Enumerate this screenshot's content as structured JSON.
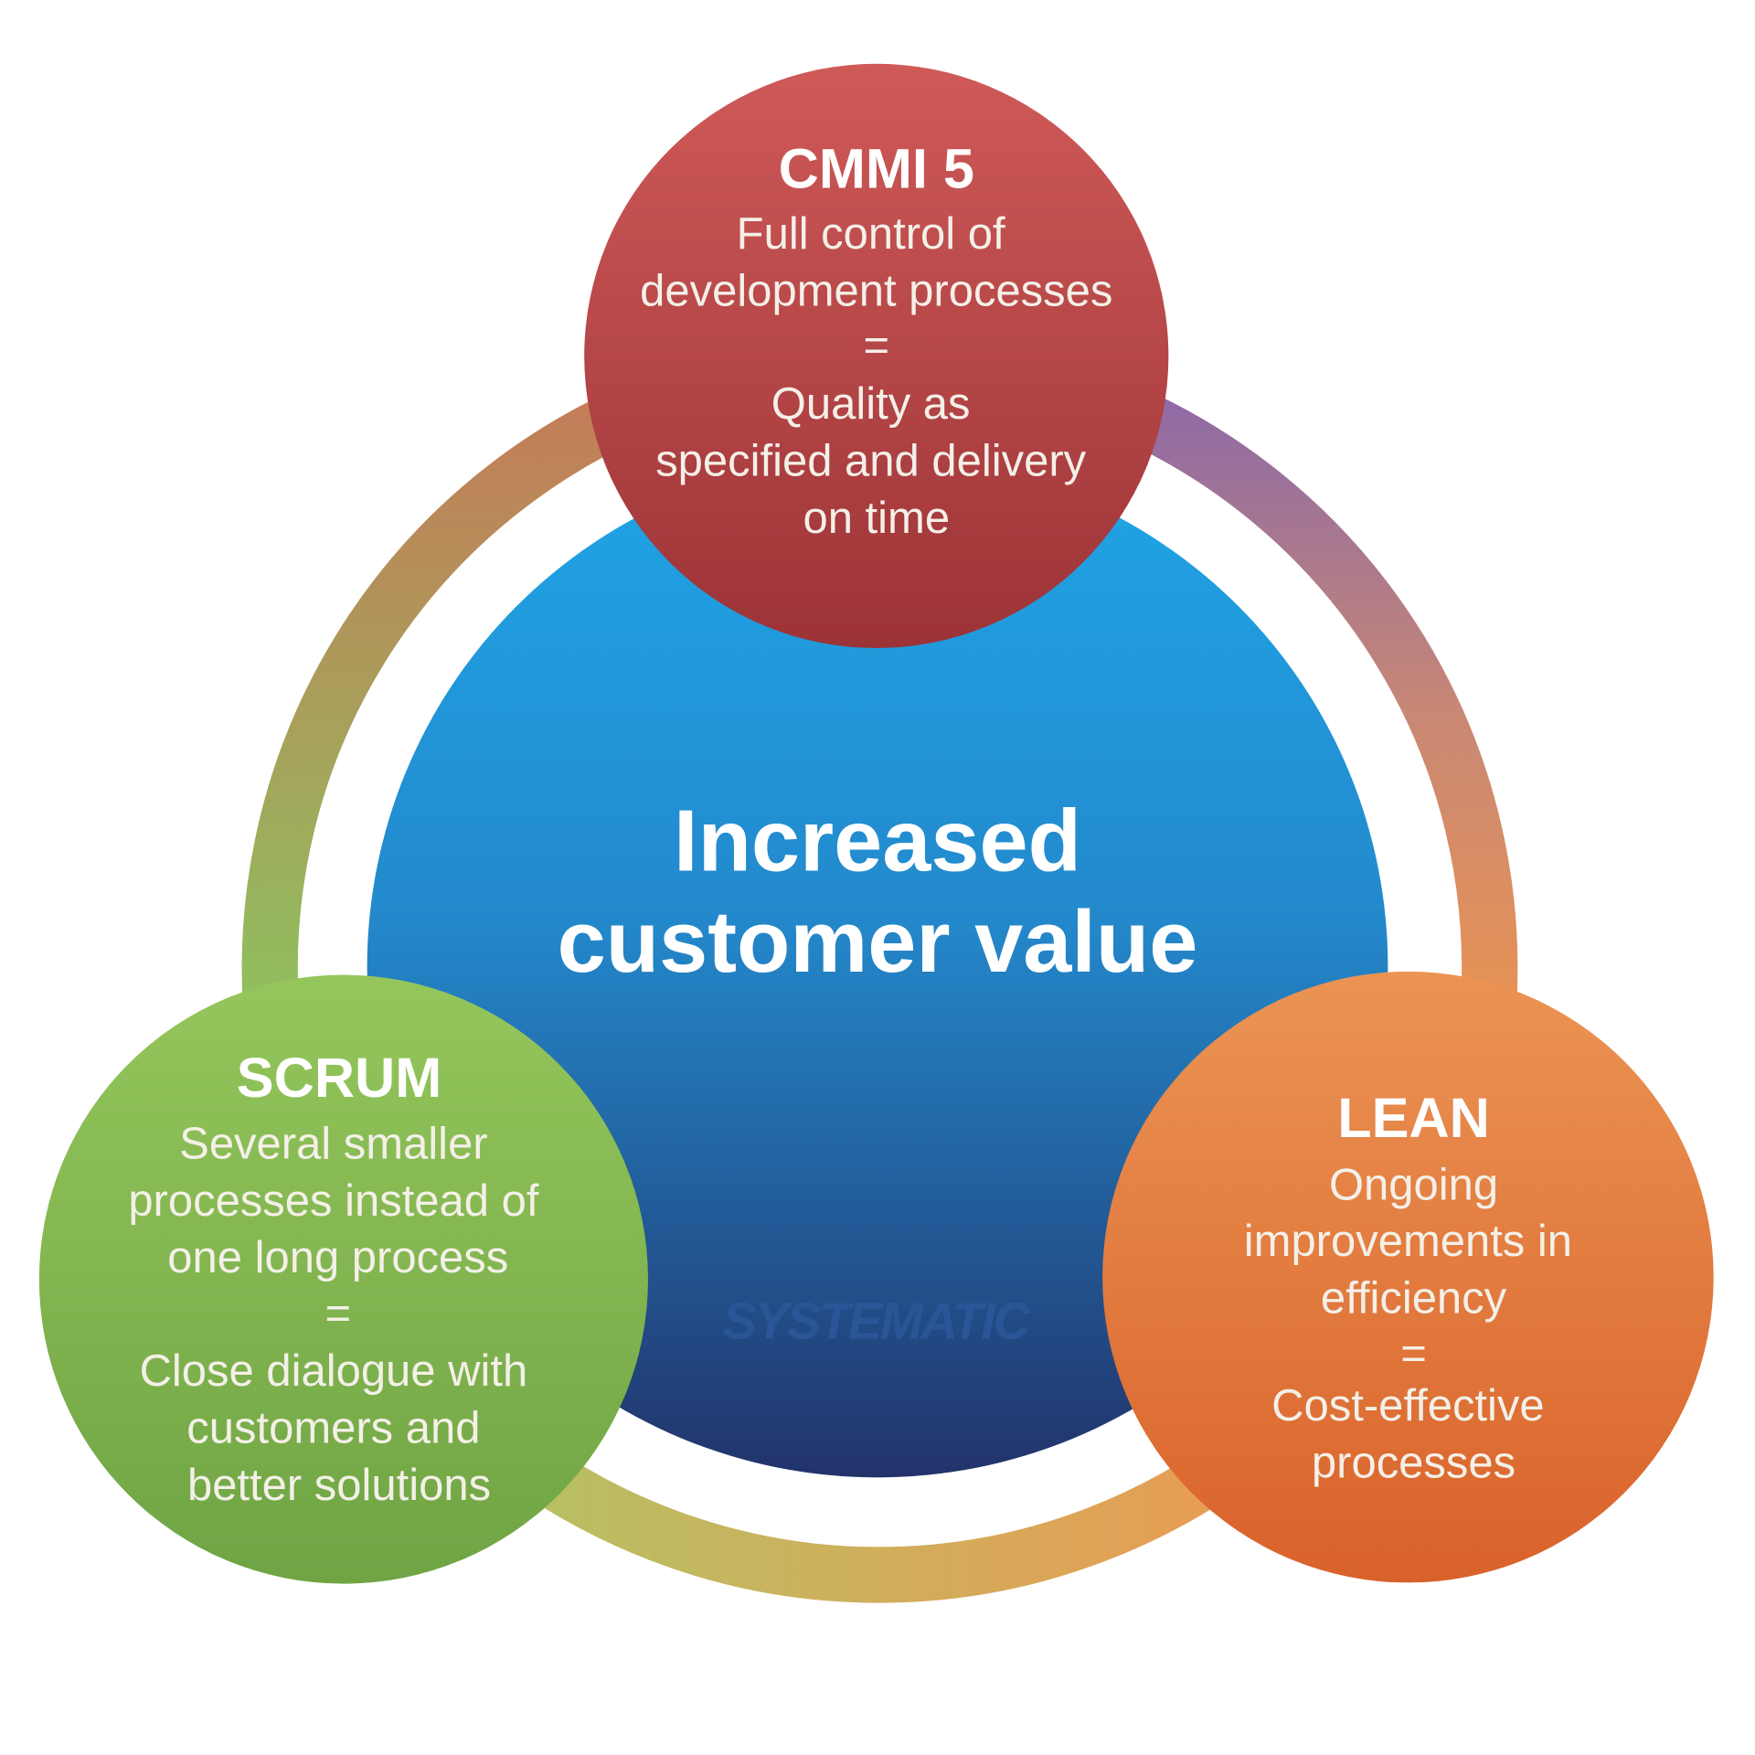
{
  "center": {
    "lines": [
      "Increased",
      "customer value"
    ],
    "watermark": "SYSTEMATIC"
  },
  "nodes": {
    "cmmi": {
      "title": "CMMI 5",
      "lines": [
        "Full control of",
        "development processes",
        "=",
        "Quality as",
        "specified and delivery",
        "on time"
      ],
      "color": "#b9474a"
    },
    "scrum": {
      "title": "SCRUM",
      "lines": [
        "Several smaller",
        "processes instead of",
        "one long process",
        "=",
        "Close dialogue with",
        "customers and",
        "better solutions"
      ],
      "color": "#86b553"
    },
    "lean": {
      "title": "LEAN",
      "lines": [
        "Ongoing",
        "improvements in",
        "efficiency",
        "=",
        "Cost-effective",
        "processes"
      ],
      "color": "#e27a3c"
    }
  },
  "colors": {
    "center_top": "#229fe0",
    "center_bottom": "#233a6e"
  }
}
